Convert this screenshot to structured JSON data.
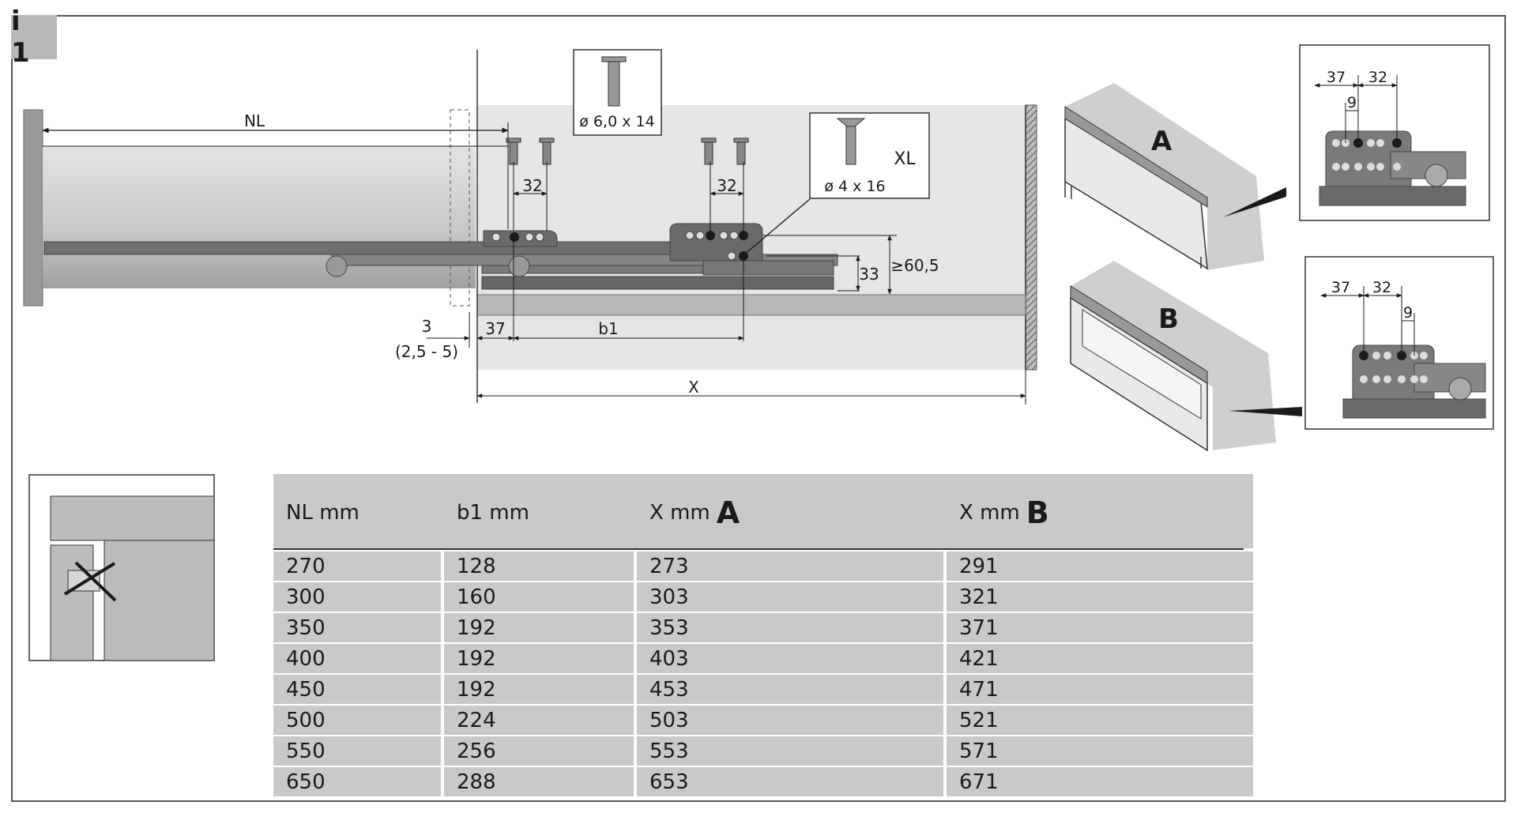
{
  "tag": "i 1",
  "main_diagram": {
    "label_nl": "NL",
    "label_32_left": "32",
    "label_32_right": "32",
    "screw1": "ø 6,0 x 14",
    "screw2": "ø 4 x 16",
    "screw2_tag": "XL",
    "dim_33": "33",
    "dim_605": "≥60,5",
    "dim_3": "3",
    "dim_3_range": "(2,5 - 5)",
    "dim_37": "37",
    "dim_b1": "b1",
    "dim_x": "X"
  },
  "variant_a": {
    "letter": "A",
    "d37": "37",
    "d32": "32",
    "d9": "9"
  },
  "variant_b": {
    "letter": "B",
    "d37": "37",
    "d32": "32",
    "d9": "9"
  },
  "table": {
    "headers": [
      {
        "text": "NL mm",
        "suffix": ""
      },
      {
        "text": "b1 mm",
        "suffix": ""
      },
      {
        "text": "X mm",
        "suffix": "A"
      },
      {
        "text": "X mm",
        "suffix": "B"
      }
    ],
    "rows": [
      [
        "270",
        "128",
        "273",
        "291"
      ],
      [
        "300",
        "160",
        "303",
        "321"
      ],
      [
        "350",
        "192",
        "353",
        "371"
      ],
      [
        "400",
        "192",
        "403",
        "421"
      ],
      [
        "450",
        "192",
        "453",
        "471"
      ],
      [
        "500",
        "224",
        "503",
        "521"
      ],
      [
        "550",
        "256",
        "553",
        "571"
      ],
      [
        "650",
        "288",
        "653",
        "671"
      ]
    ]
  }
}
